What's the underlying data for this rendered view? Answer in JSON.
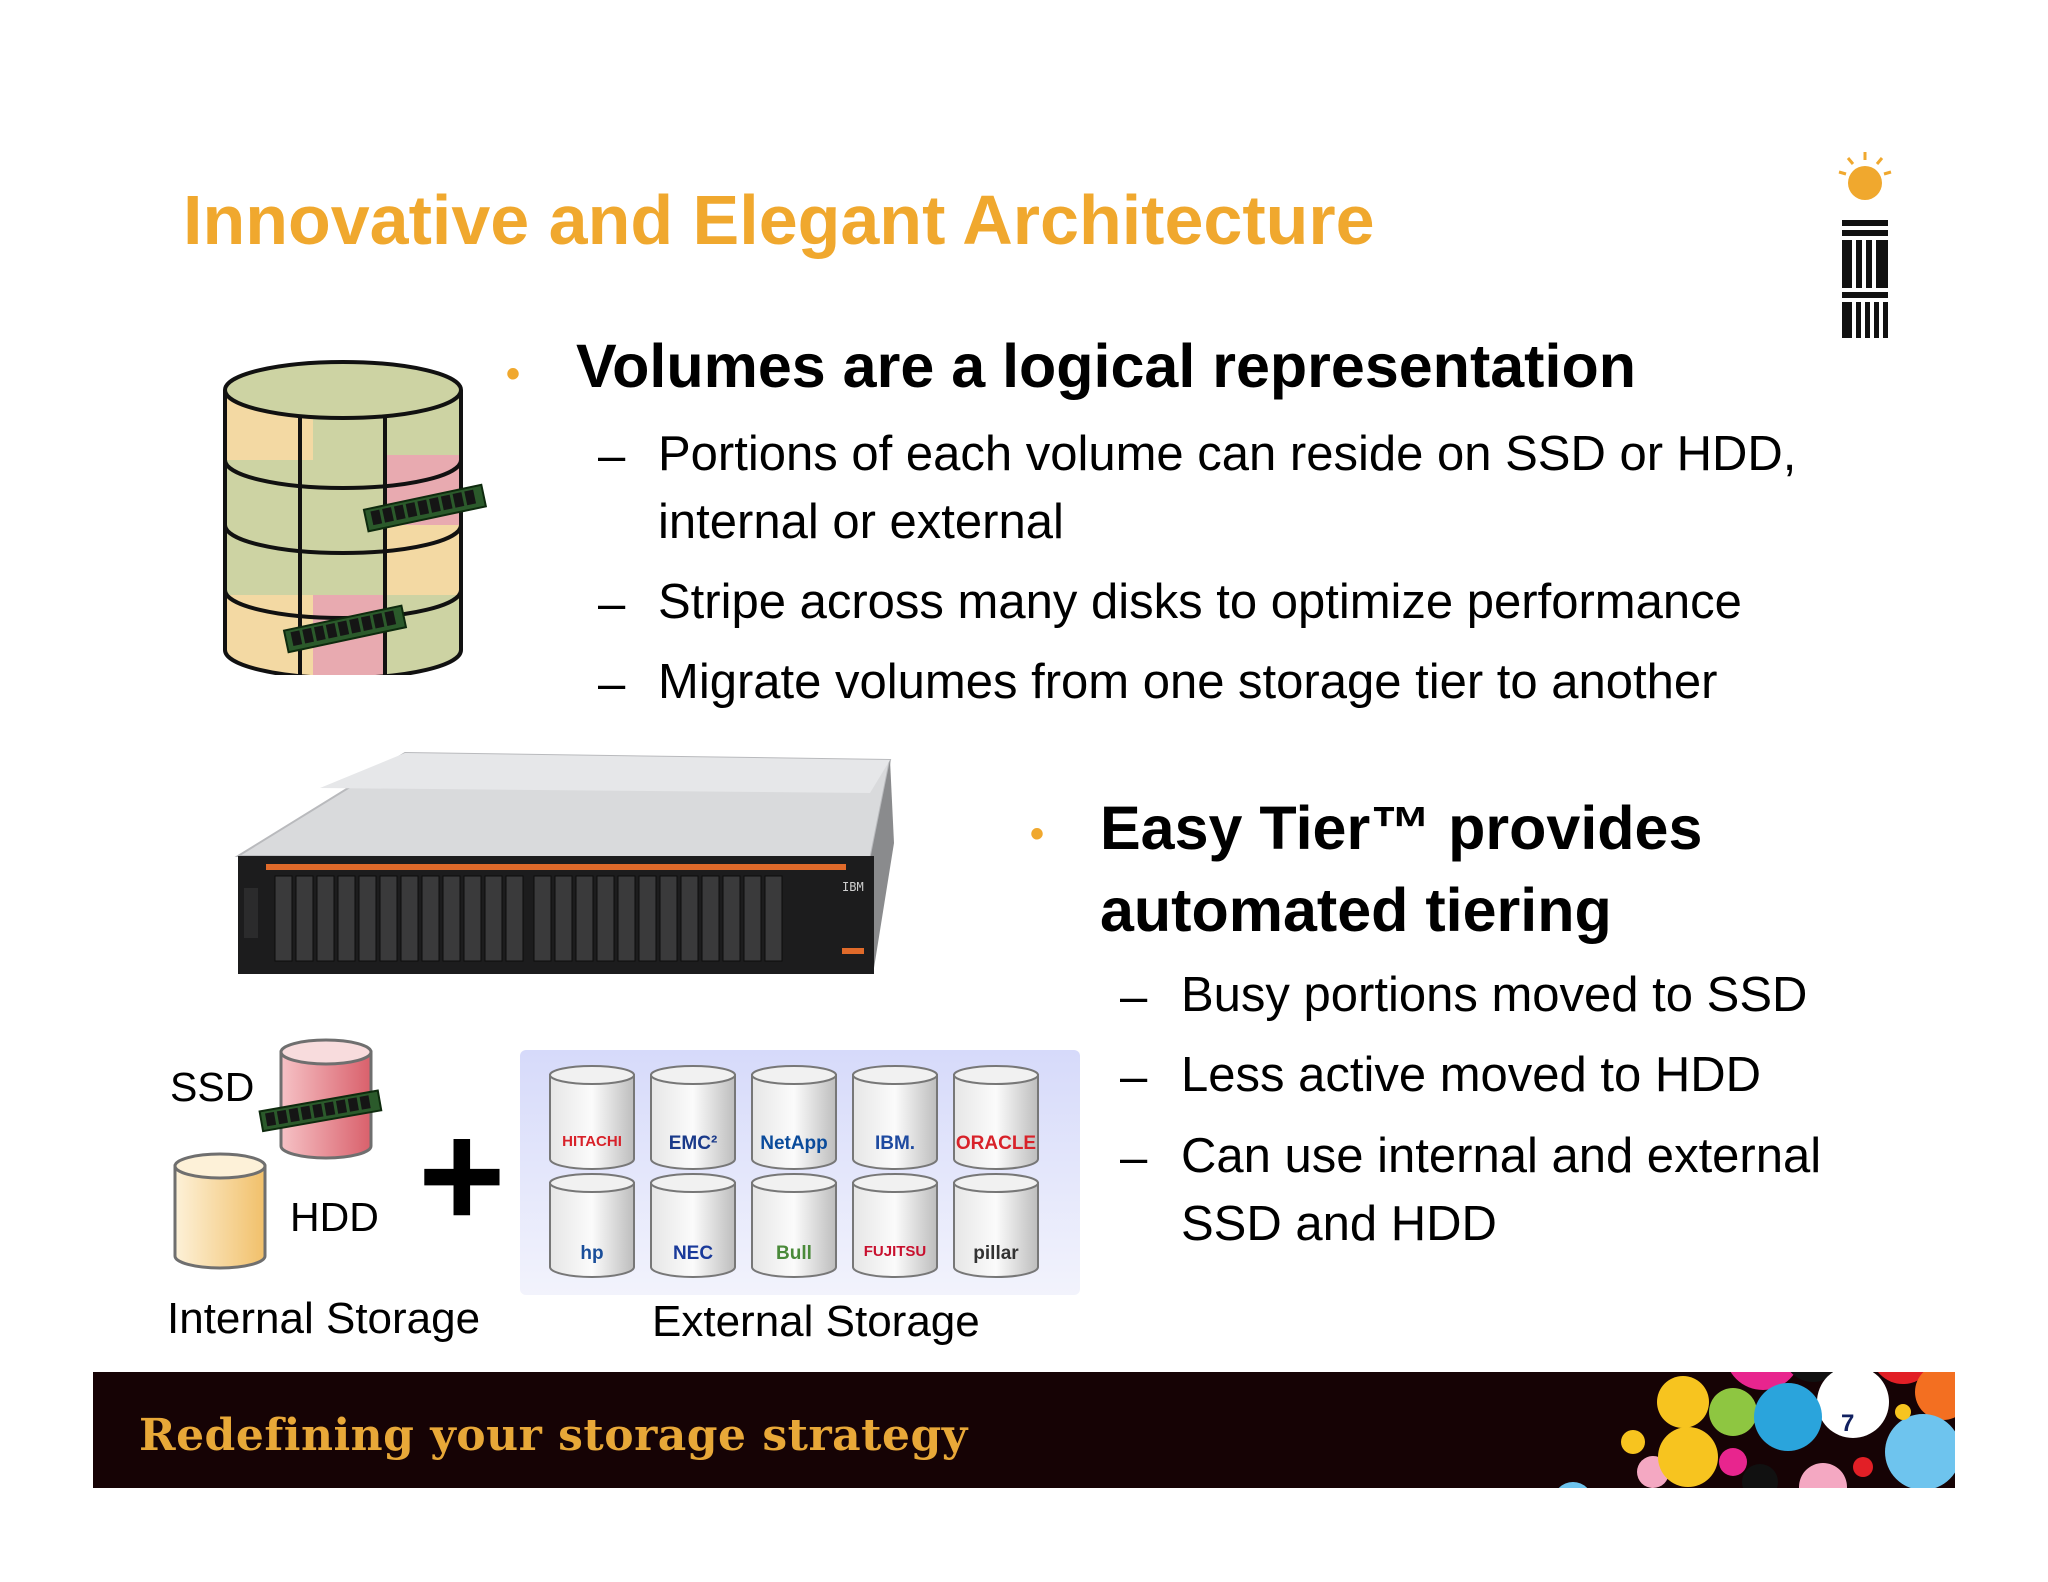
{
  "slide": {
    "title": "Innovative and Elegant Architecture",
    "page_number": "7"
  },
  "bullets": [
    {
      "heading": "Volumes are a logical representation",
      "subitems": [
        "Portions of each volume can reside on SSD or HDD, internal or external",
        "Stripe across many disks to optimize performance",
        "Migrate volumes from one storage tier to another"
      ]
    },
    {
      "heading": "Easy Tier™ provides automated tiering",
      "subitems": [
        "Busy portions moved to SSD",
        "Less active moved to HDD",
        "Can use internal and external SSD and HDD"
      ]
    }
  ],
  "dash_glyph": "–",
  "bullet_glyph": "•",
  "diagram": {
    "ssd_label": "SSD",
    "hdd_label": "HDD",
    "plus": "+",
    "internal_label": "Internal Storage",
    "external_label": "External Storage",
    "server_badge": "IBM",
    "vendors": [
      "HITACHI",
      "EMC²",
      "NetApp",
      "IBM.",
      "ORACLE",
      "hp",
      "NEC",
      "Bull",
      "FUJITSU",
      "pillar"
    ]
  },
  "footer": {
    "tagline": "Redefining your storage strategy"
  },
  "colors": {
    "accent": "#f0a82e",
    "footer_bg": "#160305",
    "text": "#000000"
  }
}
